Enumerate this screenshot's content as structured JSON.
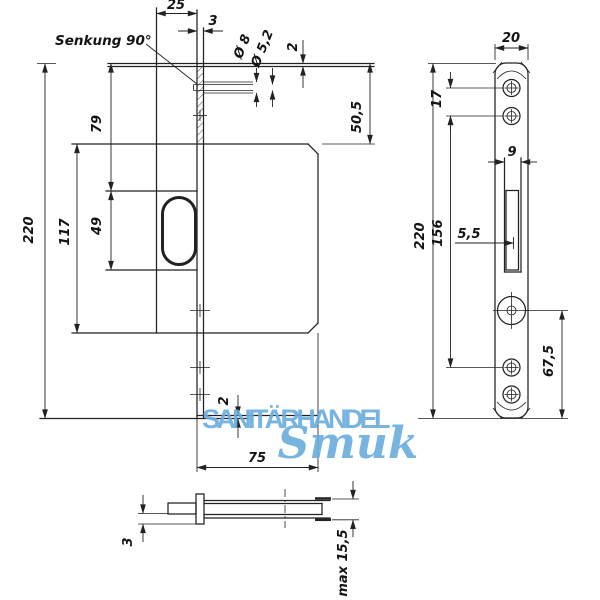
{
  "watermark": {
    "brand": "SANITÄRHANDEL",
    "script": "Smuk",
    "color": "#69AEDD"
  },
  "annotations": {
    "countersink": "Senkung 90°"
  },
  "labels": {
    "front": {
      "offset25": "25",
      "thickness3": "3",
      "dia8": "Ø 8",
      "dia52": "Ø 5,2",
      "edge2top": "2",
      "dim505": "50,5",
      "dim79": "79",
      "dim49": "49",
      "dim117": "117",
      "dim220": "220",
      "edge2bottom": "2",
      "depth75": "75"
    },
    "faceplate": {
      "width20": "20",
      "spacing17": "17",
      "height220": "220",
      "spacing156": "156",
      "slot9": "9",
      "offset55": "5,5",
      "dim675": "67,5"
    },
    "bottom": {
      "gap3": "3",
      "max155": "max 15,5"
    }
  }
}
